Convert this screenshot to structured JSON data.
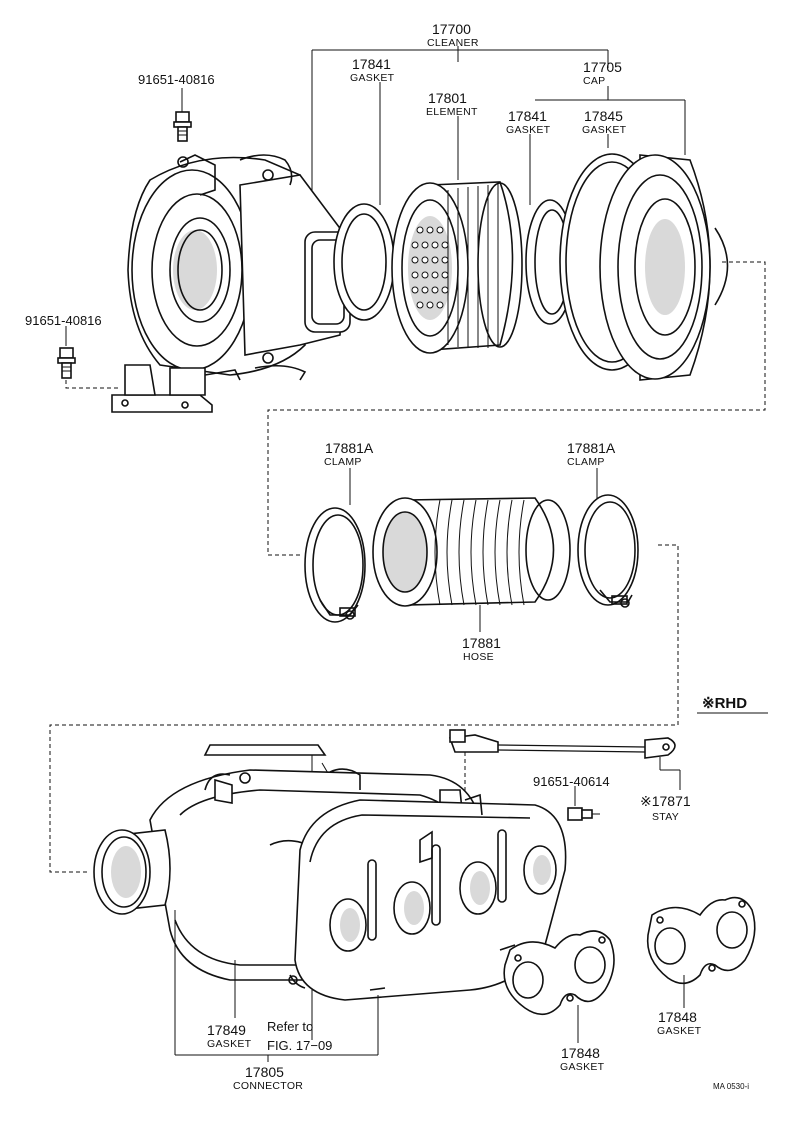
{
  "diagram": {
    "labels": {
      "cleaner_num": "17700",
      "cleaner_name": "CLEANER",
      "bolt_top_num": "91651-40816",
      "gasket1_num": "17841",
      "gasket1_name": "GASKET",
      "element_num": "17801",
      "element_name": "ELEMENT",
      "cap_num": "17705",
      "cap_name": "CAP",
      "gasket2_num": "17841",
      "gasket2_name": "GASKET",
      "gasket3_num": "17845",
      "gasket3_name": "GASKET",
      "bolt_left_num": "91651-40816",
      "clamp_left_num": "17881A",
      "clamp_left_name": "CLAMP",
      "clamp_right_num": "17881A",
      "clamp_right_name": "CLAMP",
      "hose_num": "17881",
      "hose_name": "HOSE",
      "rhd_label": "※RHD",
      "bolt_mid_num": "91651-40614",
      "stay_num": "※17871",
      "stay_name": "STAY",
      "gasket_conn_num": "17849",
      "gasket_conn_name": "GASKET",
      "refer_line1": "Refer to",
      "refer_line2": "FIG. 17−09",
      "connector_num": "17805",
      "connector_name": "CONNECTOR",
      "gasket_mid_num": "17848",
      "gasket_mid_name": "GASKET",
      "gasket_right_num": "17848",
      "gasket_right_name": "GASKET",
      "fig_code": "MA 0530-i"
    }
  }
}
